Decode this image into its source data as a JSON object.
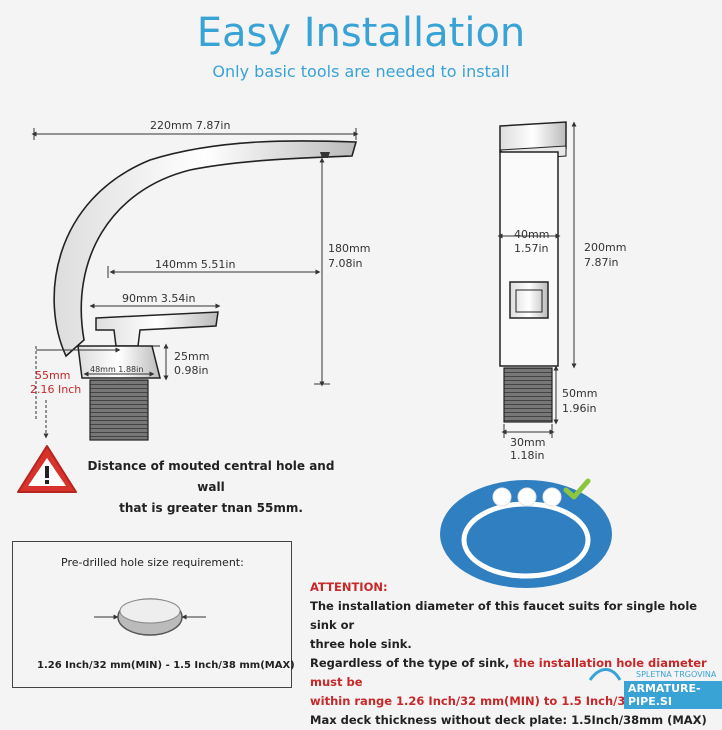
{
  "header": {
    "title": "Easy Installation",
    "subtitle": "Only basic tools are needed to install"
  },
  "dimensions": {
    "width_total": "220mm  7.87in",
    "height_side": "180mm\n7.08in",
    "spout_reach": "140mm  5.51in",
    "handle_length": "90mm  3.54in",
    "base_height": "25mm\n0.98in",
    "base_width": "48mm 1.88in",
    "wall_distance_mm": "55mm",
    "wall_distance_in": "2.16 Inch",
    "front_width": "40mm\n1.57in",
    "front_height": "200mm\n7.87in",
    "thread_length": "50mm\n1.96in",
    "thread_width": "30mm\n1.18in"
  },
  "warning": {
    "line1": "Distance of mouted central hole and wall",
    "line2": "that is greater tnan 55mm."
  },
  "hole_box": {
    "title": "Pre-drilled hole size requirement:",
    "range": "1.26 Inch/32 mm(MIN) - 1.5 Inch/38 mm(MAX)"
  },
  "attention": {
    "heading": "ATTENTION:",
    "line1": "The installation diameter of this faucet suits for single hole sink or",
    "line2": "three hole sink.",
    "line3_plain": "Regardless of the type of sink, ",
    "line3_red": "the installation hole diameter must be",
    "line4_red": "within range 1.26 Inch/32 mm(MIN) to 1.5 Inch/38 mm(MAX).",
    "line5": "Max deck thickness without deck plate: 1.5Inch/38mm (MAX)"
  },
  "watermark": {
    "line1": "SPLETNA TRGOVINA",
    "line2": "ARMATURE-PIPE.SI"
  },
  "colors": {
    "accent": "#3aa3d6",
    "warning_red": "#c7282a",
    "sink_blue": "#2f7fc1",
    "check_green": "#8cc63f"
  }
}
